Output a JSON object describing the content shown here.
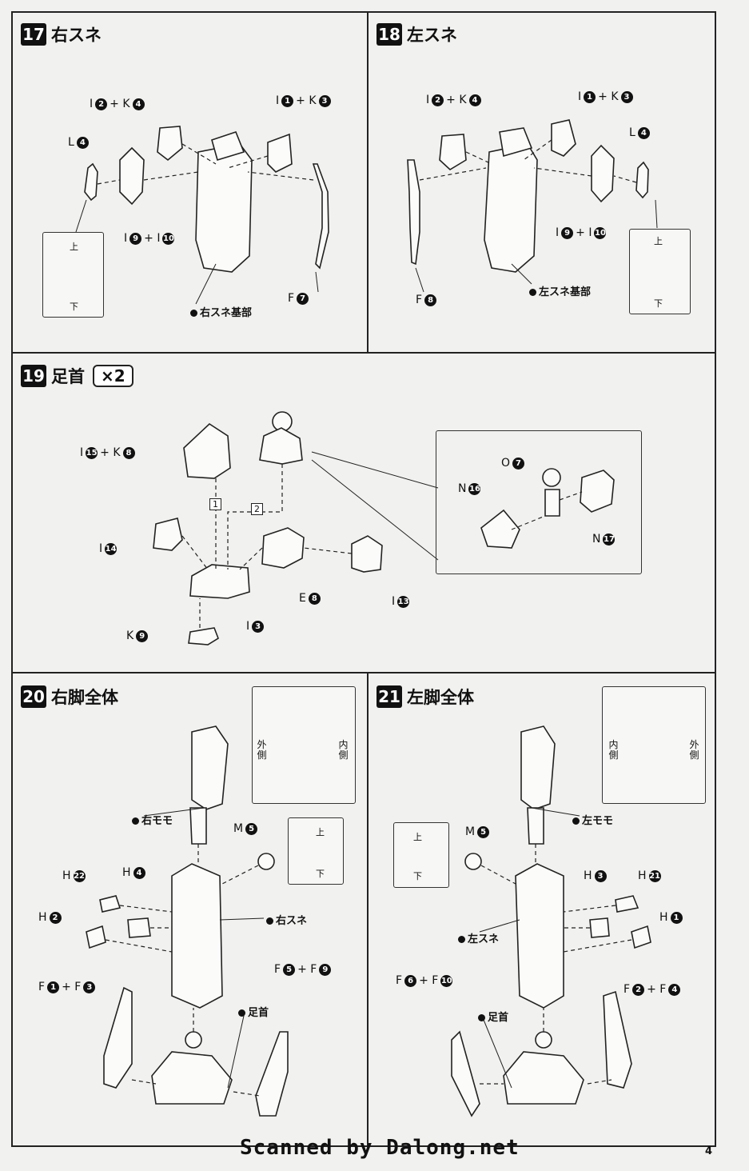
{
  "steps": {
    "s17": {
      "num": "17",
      "title": "右スネ"
    },
    "s18": {
      "num": "18",
      "title": "左スネ"
    },
    "s19": {
      "num": "19",
      "title": "足首",
      "mult": "×2"
    },
    "s20": {
      "num": "20",
      "title": "右脚全体"
    },
    "s21": {
      "num": "21",
      "title": "左脚全体"
    }
  },
  "s17": {
    "i2k4": {
      "a": "I",
      "an": "2",
      "b": "+ K",
      "bn": "4"
    },
    "i1k3": {
      "a": "I",
      "an": "1",
      "b": "+ K",
      "bn": "3"
    },
    "l4": {
      "a": "L",
      "an": "4"
    },
    "i9i10": {
      "a": "I",
      "an": "9",
      "b": "+ I",
      "bn": "10"
    },
    "f7": {
      "a": "F",
      "an": "7"
    },
    "base": "右スネ基部",
    "up": "上",
    "down": "下"
  },
  "s18": {
    "i2k4": {
      "a": "I",
      "an": "2",
      "b": "+ K",
      "bn": "4"
    },
    "i1k3": {
      "a": "I",
      "an": "1",
      "b": "+ K",
      "bn": "3"
    },
    "l4": {
      "a": "L",
      "an": "4"
    },
    "i9i10": {
      "a": "I",
      "an": "9",
      "b": "+ I",
      "bn": "10"
    },
    "f8": {
      "a": "F",
      "an": "8"
    },
    "base": "左スネ基部",
    "up": "上",
    "down": "下"
  },
  "s19": {
    "i15k8": {
      "a": "I",
      "an": "15",
      "b": "+ K",
      "bn": "8"
    },
    "i14": {
      "a": "I",
      "an": "14"
    },
    "k9": {
      "a": "K",
      "an": "9"
    },
    "i3": {
      "a": "I",
      "an": "3"
    },
    "e8": {
      "a": "E",
      "an": "8"
    },
    "i13": {
      "a": "I",
      "an": "13"
    },
    "o7": {
      "a": "O",
      "an": "7"
    },
    "n16": {
      "a": "N",
      "an": "16"
    },
    "n17": {
      "a": "N",
      "an": "17"
    },
    "seq1": "1",
    "seq2": "2"
  },
  "s20": {
    "thigh": "右モモ",
    "shin": "右スネ",
    "ankle": "足首",
    "m5": {
      "a": "M",
      "an": "5"
    },
    "h22": {
      "a": "H",
      "an": "22"
    },
    "h4": {
      "a": "H",
      "an": "4"
    },
    "h2": {
      "a": "H",
      "an": "2"
    },
    "f1f3": {
      "a": "F",
      "an": "1",
      "b": "+ F",
      "bn": "3"
    },
    "f5f9": {
      "a": "F",
      "an": "5",
      "b": "+ F",
      "bn": "9"
    },
    "outer": "外側",
    "inner": "内側",
    "up": "上",
    "down": "下"
  },
  "s21": {
    "thigh": "左モモ",
    "shin": "左スネ",
    "ankle": "足首",
    "m5": {
      "a": "M",
      "an": "5"
    },
    "h3": {
      "a": "H",
      "an": "3"
    },
    "h21": {
      "a": "H",
      "an": "21"
    },
    "h1": {
      "a": "H",
      "an": "1"
    },
    "f6f10": {
      "a": "F",
      "an": "6",
      "b": "+ F",
      "bn": "10"
    },
    "f2f4": {
      "a": "F",
      "an": "2",
      "b": "+ F",
      "bn": "4"
    },
    "inner": "内側",
    "outer": "外側",
    "up": "上",
    "down": "下"
  },
  "footer": {
    "credit": "Scanned by Dalong.net",
    "page": "4"
  }
}
